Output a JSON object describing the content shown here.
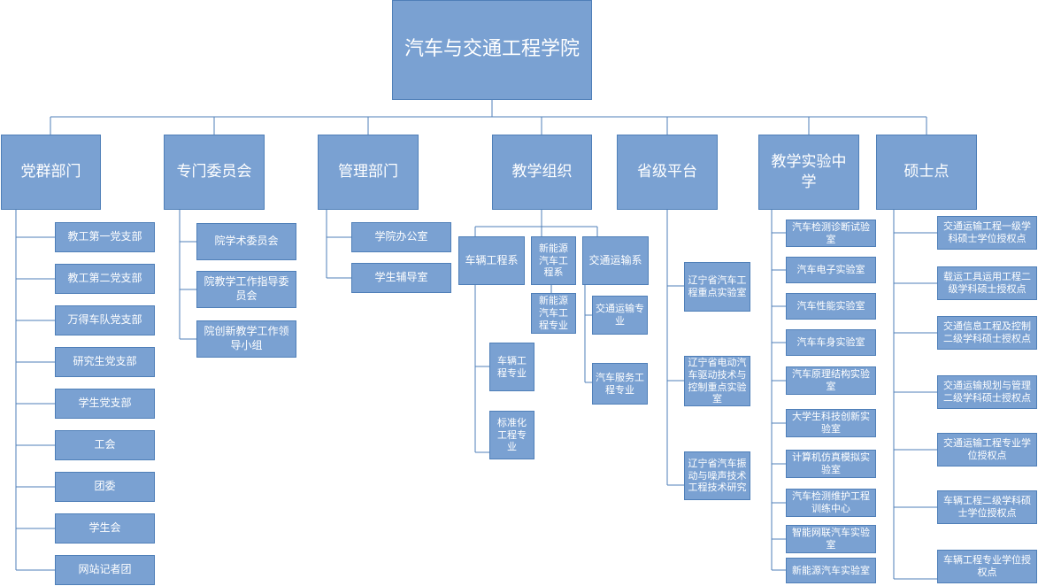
{
  "root": "汽车与交通工程学院",
  "departments": [
    {
      "name": "党群部门",
      "items": [
        "教工第一党支部",
        "教工第二党支部",
        "万得车队党支部",
        "研究生党支部",
        "学生党支部",
        "工会",
        "团委",
        "学生会",
        "网站记者团"
      ]
    },
    {
      "name": "专门委员会",
      "items": [
        "院学术委员会",
        "院教学工作指导委员会",
        "院创新教学工作领导小组"
      ]
    },
    {
      "name": "管理部门",
      "items": [
        "学院办公室",
        "学生辅导室"
      ]
    },
    {
      "name": "教学组织",
      "sub": [
        {
          "name": "车辆工程系",
          "items": [
            "车辆工程专业",
            "标准化工程专业"
          ]
        },
        {
          "name": "新能源汽车工程系",
          "items": [
            "新能源汽车工程专业"
          ]
        },
        {
          "name": "交通运输系",
          "items": [
            "交通运输专业",
            "汽车服务工程专业"
          ]
        }
      ]
    },
    {
      "name": "省级平台",
      "items": [
        "辽宁省汽车工程重点实验室",
        "辽宁省电动汽车驱动技术与控制重点实验室",
        "辽宁省汽车振动与噪声技术工程技术研究"
      ]
    },
    {
      "name": "教学实验中学",
      "items": [
        "汽车检测诊断试验室",
        "汽车电子实验室",
        "汽车性能实验室",
        "汽车车身实验室",
        "汽车原理结构实验室",
        "大学生科技创新实验室",
        "计算机仿真模拟实验室",
        "汽车检测维护工程训练中心",
        "智能网联汽车实验室",
        "新能源汽车实验室"
      ]
    },
    {
      "name": "硕士点",
      "items": [
        "交通运输工程一级学科硕士学位授权点",
        "载运工具运用工程二级学科硕士授权点",
        "交通信息工程及控制二级学科硕士授权点",
        "交通运输规划与管理二级学科硕士授权点",
        "交通运输工程专业学位授权点",
        "车辆工程二级学科硕士学位授权点",
        "车辆工程专业学位授权点"
      ]
    }
  ]
}
